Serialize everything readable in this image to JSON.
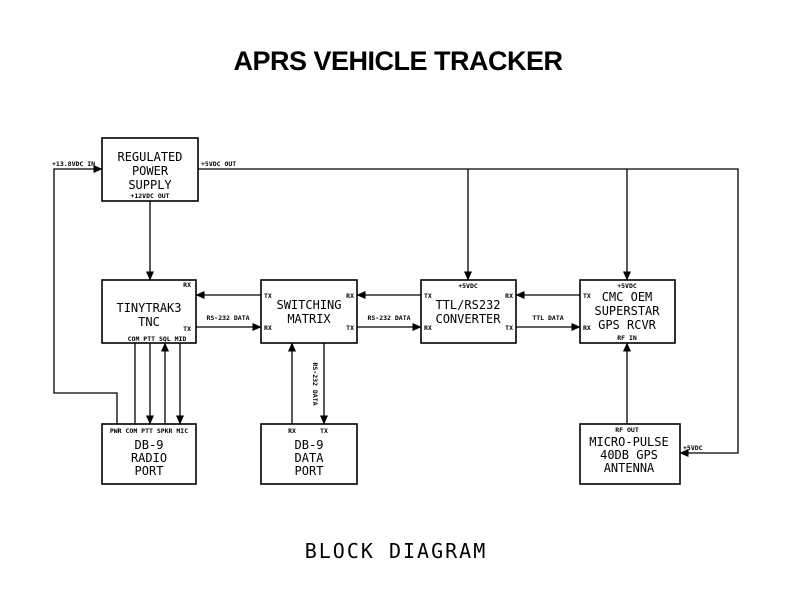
{
  "title": "APRS VEHICLE TRACKER",
  "footer": "BLOCK DIAGRAM",
  "blocks": {
    "power": {
      "lines": [
        "REGULATED",
        "POWER",
        "SUPPLY"
      ],
      "in_label": "+13.8VDC IN",
      "out5_label": "+5VDC OUT",
      "out12_label": "+12VDC OUT"
    },
    "tnc": {
      "lines": [
        "TINYTRAK3",
        "TNC"
      ],
      "rx": "RX",
      "tx": "TX",
      "pins": "COM PTT SQL MID"
    },
    "switch": {
      "lines": [
        "SWITCHING",
        "MATRIX"
      ],
      "tx_left": "TX",
      "rx_left": "RX",
      "rx_right": "RX",
      "tx_right": "TX"
    },
    "ttl": {
      "lines": [
        "TTL/RS232",
        "CONVERTER"
      ],
      "power": "+5VDC",
      "tx_left": "TX",
      "rx_left": "RX",
      "rx_right": "RX",
      "tx_right": "TX"
    },
    "gps": {
      "lines": [
        "CMC OEM",
        "SUPERSTAR",
        "GPS RCVR"
      ],
      "power": "+5VDC",
      "tx": "TX",
      "rx": "RX",
      "rf": "RF IN"
    },
    "radio": {
      "lines": [
        "DB-9",
        "RADIO",
        "PORT"
      ],
      "pins": "PWR COM PTT SPKR MIC"
    },
    "data": {
      "lines": [
        "DB-9",
        "DATA",
        "PORT"
      ],
      "rx": "RX",
      "tx": "TX"
    },
    "antenna": {
      "lines": [
        "MICRO-PULSE",
        "40DB GPS",
        "ANTENNA"
      ],
      "rf": "RF OUT",
      "power": "+5VDC"
    }
  },
  "links": {
    "rs232_a": "RS-232 DATA",
    "rs232_b": "RS-232 DATA",
    "ttl": "TTL DATA",
    "rs232_v": "RS-232 DATA"
  }
}
